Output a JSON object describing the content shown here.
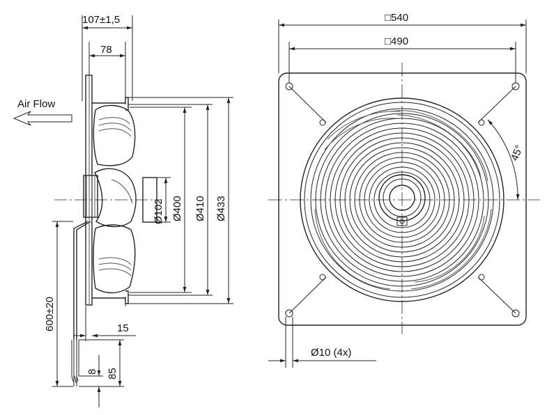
{
  "side_view": {
    "overall_depth": "107±1,5",
    "housing_depth": "78",
    "air_flow_label": "Air Flow",
    "hub_diameter": "Ø102",
    "impeller_diameter": "Ø400",
    "ring_diameter": "Ø410",
    "outer_diameter": "Ø433",
    "cable_length": "600±20",
    "cable_offset": "15",
    "strip_length": "8",
    "wire_length": "85"
  },
  "front_view": {
    "plate_size": "□540",
    "hole_spacing": "□490",
    "angle": "45°",
    "hole_diameter": "Ø10 (4x)"
  },
  "colors": {
    "line": "#222222",
    "background": "#ffffff"
  }
}
